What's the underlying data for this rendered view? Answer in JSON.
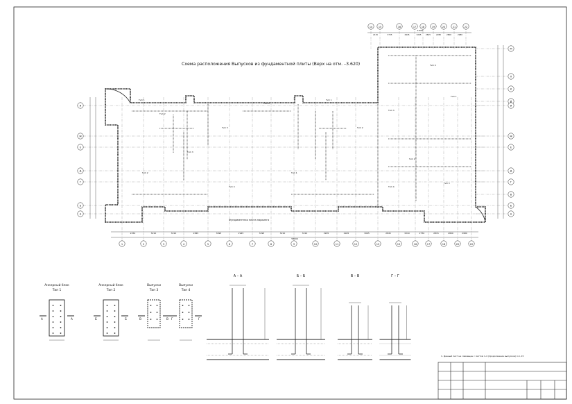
{
  "title": "Схема расположения Выпусков из фундаментной плиты (Верх на отм. –3.620)",
  "axes_bottom": [
    "1",
    "2",
    "3",
    "4",
    "5",
    "6",
    "7",
    "8",
    "9",
    "10",
    "11",
    "12",
    "13",
    "15",
    "16",
    "17",
    "18",
    "20",
    "22"
  ],
  "axes_top": [
    "14",
    "15",
    "16",
    "17",
    "18",
    "19",
    "20",
    "21",
    "22"
  ],
  "axes_left": [
    "И",
    "Ж",
    "Е",
    "Д",
    "Г",
    "Б",
    "А"
  ],
  "axes_right": [
    "М",
    "Л",
    "К",
    "Й",
    "И",
    "Ж",
    "Е",
    "Д",
    "Г",
    "В",
    "Б",
    "А"
  ],
  "dims_bottom": [
    "2250",
    "3210",
    "3210",
    "2845",
    "3095",
    "2945",
    "3295",
    "3210",
    "3210",
    "3295",
    "2945",
    "3095",
    "2845",
    "3210",
    "2750",
    "2815",
    "2800",
    "2980",
    "3195"
  ],
  "dims_top": [
    "2115",
    "3735",
    "2945",
    "3295",
    "2815",
    "2280",
    "2800",
    "2980"
  ],
  "total_top": "33000",
  "total_bottom": "58000",
  "wall_label": "Фундаментная плита паркинга",
  "tip_labels": [
    "Тип 1",
    "Тип 2",
    "Тип 3",
    "Тип 4"
  ],
  "details": [
    {
      "title": "Анкерный блок",
      "sub": "Тип 1",
      "cut": "А"
    },
    {
      "title": "Анкерный блок",
      "sub": "Тип 2",
      "cut": "Б"
    },
    {
      "title": "Выпуски",
      "sub": "Тип 3",
      "cut": "В"
    },
    {
      "title": "Выпуски",
      "sub": "Тип 4",
      "cut": "Г"
    }
  ],
  "sections": [
    "А – А",
    "Б – Б",
    "В – В",
    "Г – Г"
  ],
  "note": "1. Данный лист не совмещен с листом 1-4 (продолжение выпусков) л.4, 15"
}
